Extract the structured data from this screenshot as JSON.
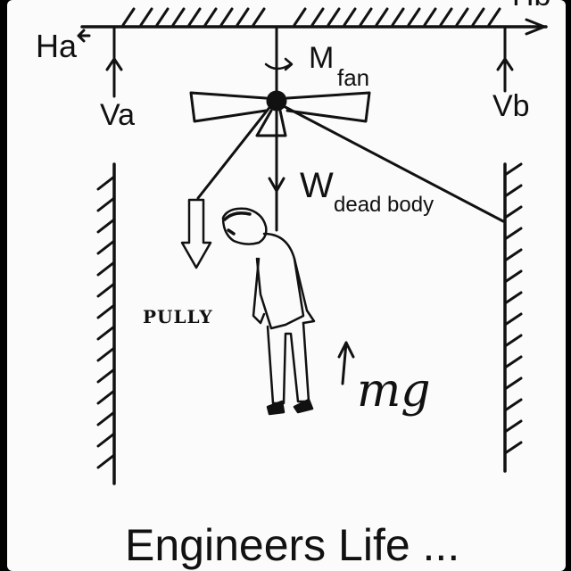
{
  "labels": {
    "ha": "Ha",
    "hb": "Hb",
    "va": "Va",
    "vb": "Vb",
    "moment_symbol": "M",
    "moment_subscript": "fan",
    "weight_symbol": "W",
    "weight_subscript": "dead body",
    "pulley": "PULLY",
    "mg": "mg",
    "caption": "Engineers Life ..."
  },
  "colors": {
    "ink": "#111111",
    "paper": "#fbfbfb",
    "frame": "#000000"
  },
  "icons": [
    "ceiling-hatch",
    "wall-hatch",
    "ceiling-fan",
    "hanging-stick-figure",
    "force-arrow"
  ]
}
